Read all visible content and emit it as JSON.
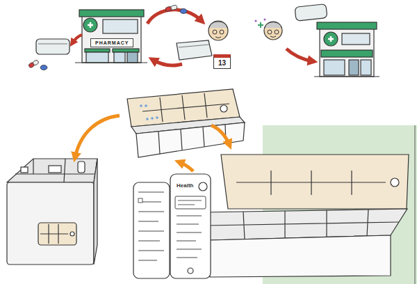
{
  "diagram": {
    "nodes": [
      {
        "text": [
          "PHARMACY"
        ]
      },
      {
        "text": [
          "13"
        ]
      },
      {
        "text": [
          "Health"
        ]
      }
    ]
  }
}
